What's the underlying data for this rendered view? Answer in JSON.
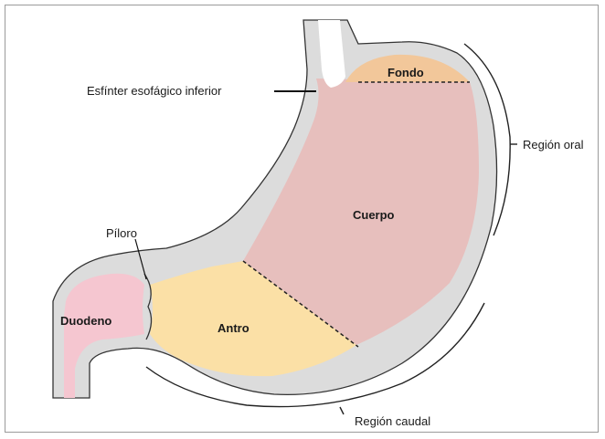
{
  "labels": {
    "fondo": "Fondo",
    "cuerpo": "Cuerpo",
    "antro": "Antro",
    "duodeno": "Duodeno",
    "piloro": "Píloro",
    "esfinter": "Esfínter esofágico inferior",
    "region_oral": "Región oral",
    "region_caudal": "Región caudal"
  },
  "colors": {
    "fundus": "#f2c79a",
    "body": "#e7bfbd",
    "antrum": "#fbe0a6",
    "duodenum": "#f5c6d0",
    "wall": "#dcdcdc",
    "outline": "#222222"
  }
}
